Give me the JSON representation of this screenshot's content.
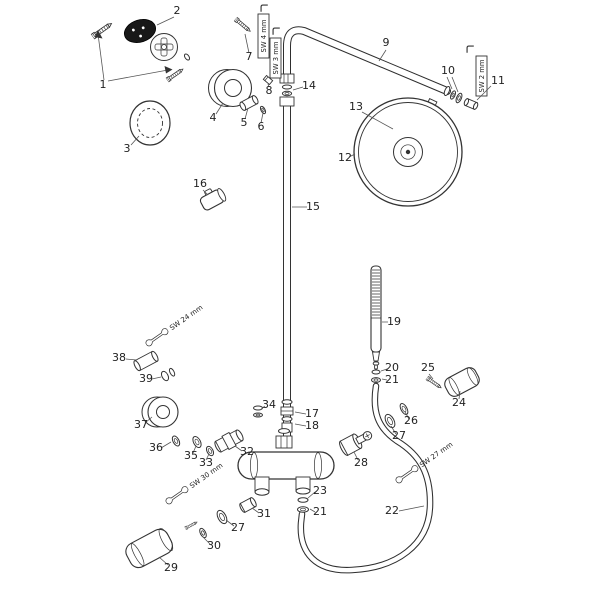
{
  "parts": {
    "p1": "1",
    "p2": "2",
    "p3": "3",
    "p4": "4",
    "p5": "5",
    "p6": "6",
    "p7": "7",
    "p8": "8",
    "p9": "9",
    "p10": "10",
    "p11": "11",
    "p12": "12",
    "p13": "13",
    "p14": "14",
    "p15": "15",
    "p16": "16",
    "p17": "17",
    "p18": "18",
    "p19": "19",
    "p20": "20",
    "p21": "21",
    "p22": "22",
    "p23": "23",
    "p24": "24",
    "p25": "25",
    "p26": "26",
    "p27": "27",
    "p28": "28",
    "p29": "29",
    "p30": "30",
    "p31": "31",
    "p32": "32",
    "p33": "33",
    "p34": "34",
    "p35": "35",
    "p36": "36",
    "p37": "37",
    "p38": "38",
    "p39": "39"
  },
  "tools": {
    "sw2": "SW 2 mm",
    "sw3": "SW 3 mm",
    "sw4": "SW 4 mm",
    "sw24": "SW 24 mm",
    "sw27": "SW 27 mm",
    "sw30": "SW 30 mm"
  },
  "colors": {
    "line": "#333333",
    "dark_part": "#181818",
    "background": "#ffffff"
  }
}
